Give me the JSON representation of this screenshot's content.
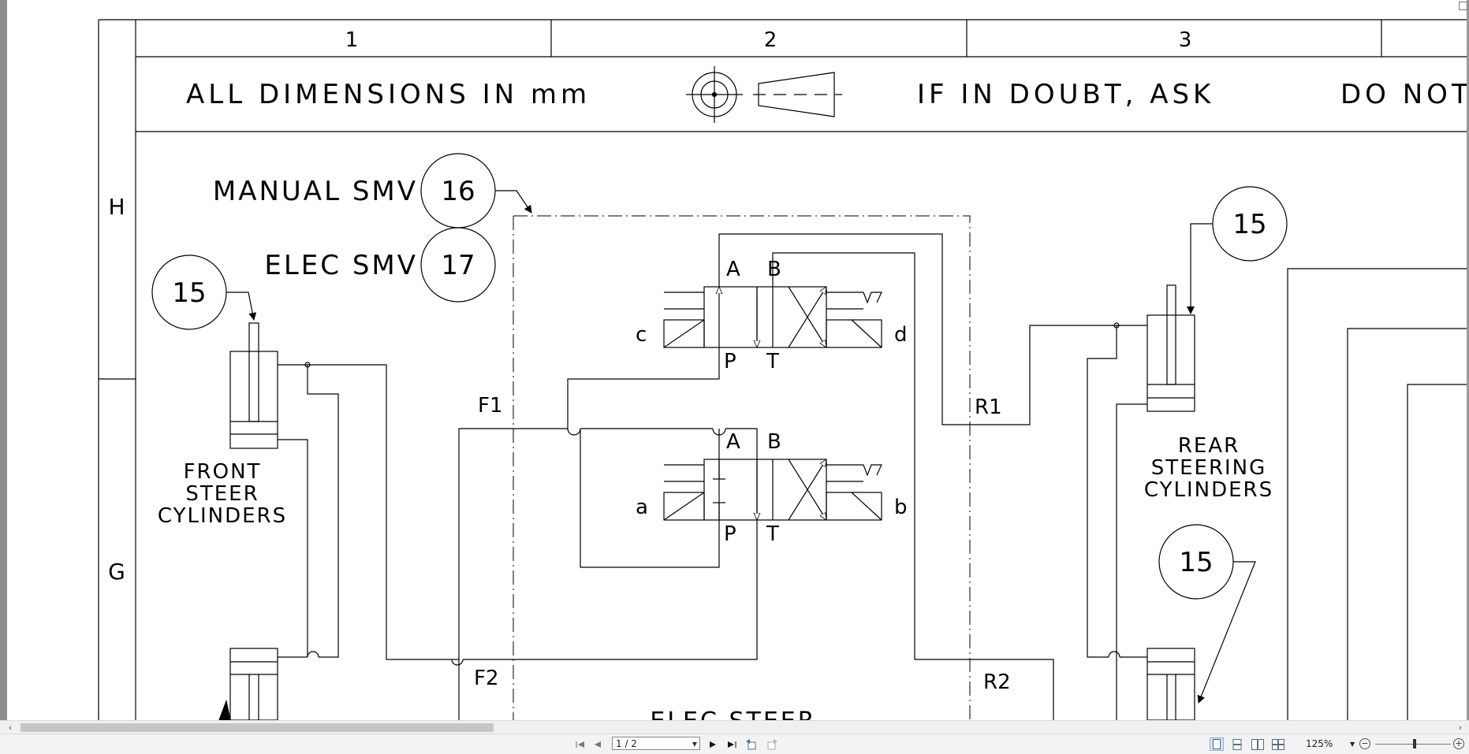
{
  "drawing": {
    "column_numbers": [
      "1",
      "2",
      "3"
    ],
    "row_letters": [
      "H",
      "G"
    ],
    "notes": {
      "dimensions": "ALL DIMENSIONS IN mm",
      "doubt": "IF IN DOUBT, ASK",
      "do_not": "DO NOT"
    },
    "labels": {
      "manual_smv": "MANUAL SMV",
      "elec_smv": "ELEC SMV",
      "front_steer": [
        "FRONT",
        "STEER",
        "CYLINDERS"
      ],
      "rear_steering": [
        "REAR",
        "STEERING",
        "CYLINDERS"
      ],
      "elec_steer_partial": "ELEC  STEER"
    },
    "callouts": {
      "manual_smv": "16",
      "elec_smv": "17",
      "front_cyl": "15",
      "rear_cyl_top": "15",
      "rear_cyl_bottom": "15"
    },
    "valve_top": {
      "port_a": "A",
      "port_b": "B",
      "port_p": "P",
      "port_t": "T",
      "sol_left": "c",
      "sol_right": "d"
    },
    "valve_bottom": {
      "port_a": "A",
      "port_b": "B",
      "port_p": "P",
      "port_t": "T",
      "sol_left": "a",
      "sol_right": "b"
    },
    "lines": {
      "f1": "F1",
      "f2": "F2",
      "r1": "R1",
      "r2": "R2"
    }
  },
  "toolbar": {
    "page_indicator": "1 / 2",
    "zoom_level": "125%"
  },
  "icons": [
    "first-page-icon",
    "previous-page-icon",
    "next-page-icon",
    "last-page-icon",
    "go-back-icon",
    "go-forward-icon",
    "single-page-view-icon",
    "continuous-view-icon",
    "two-page-view-icon",
    "two-page-continuous-view-icon",
    "zoom-out-icon",
    "zoom-in-icon"
  ]
}
